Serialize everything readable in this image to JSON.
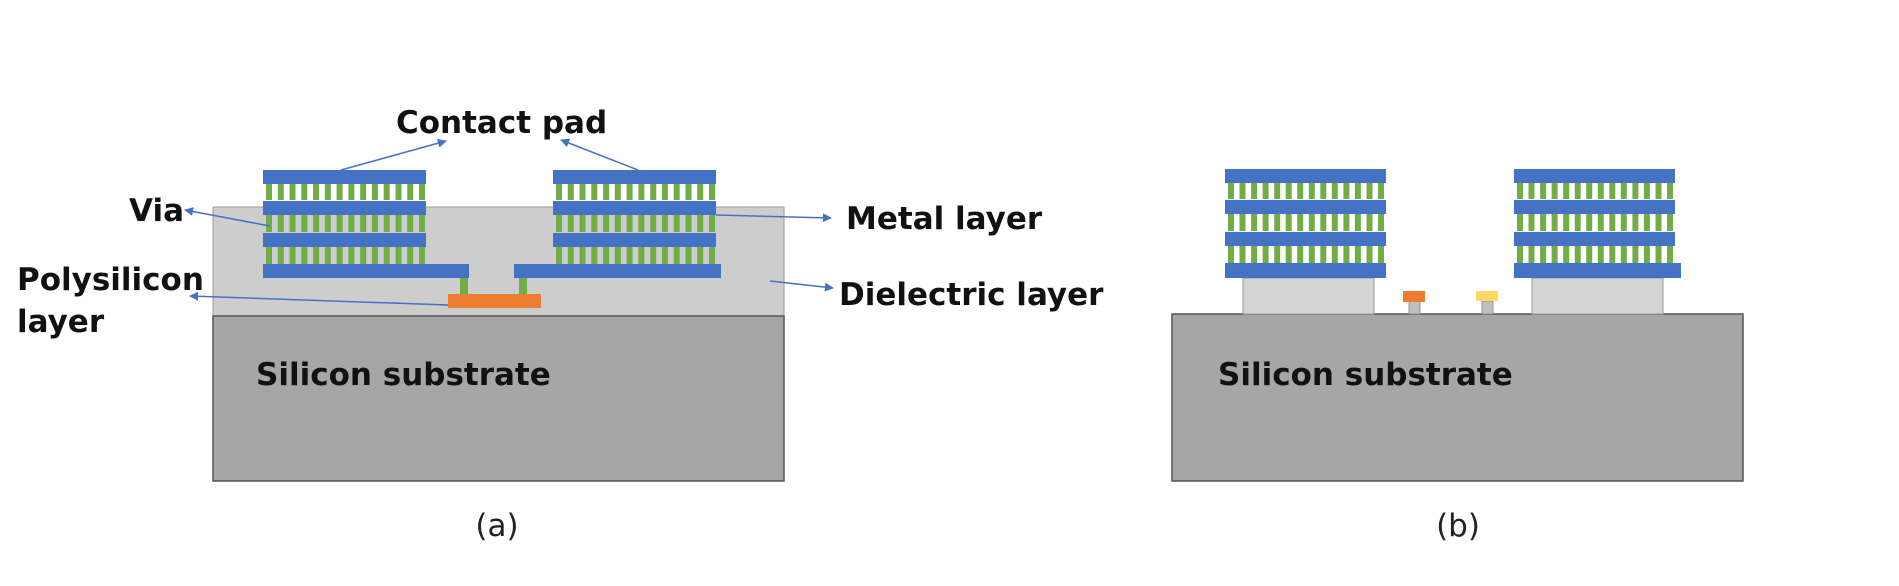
{
  "panel_a": {
    "labels": {
      "contact_pad": "Contact pad",
      "via": "Via",
      "polysilicon_line1": "Polysilicon",
      "polysilicon_line2": "layer",
      "metal_layer": "Metal layer",
      "dielectric_layer": "Dielectric layer",
      "substrate": "Silicon substrate"
    },
    "caption": "(a)"
  },
  "panel_b": {
    "labels": {
      "substrate": "Silicon substrate"
    },
    "caption": "(b)"
  },
  "colors": {
    "metal": "#4472C4",
    "via": "#70AD47",
    "dielectric": "#CDCDCD",
    "substrate": "#A6A6A6",
    "polysilicon": "#ED7D31",
    "yellow_contact": "#FFD966",
    "arrow": "#4472C4",
    "outline": "#555555"
  }
}
